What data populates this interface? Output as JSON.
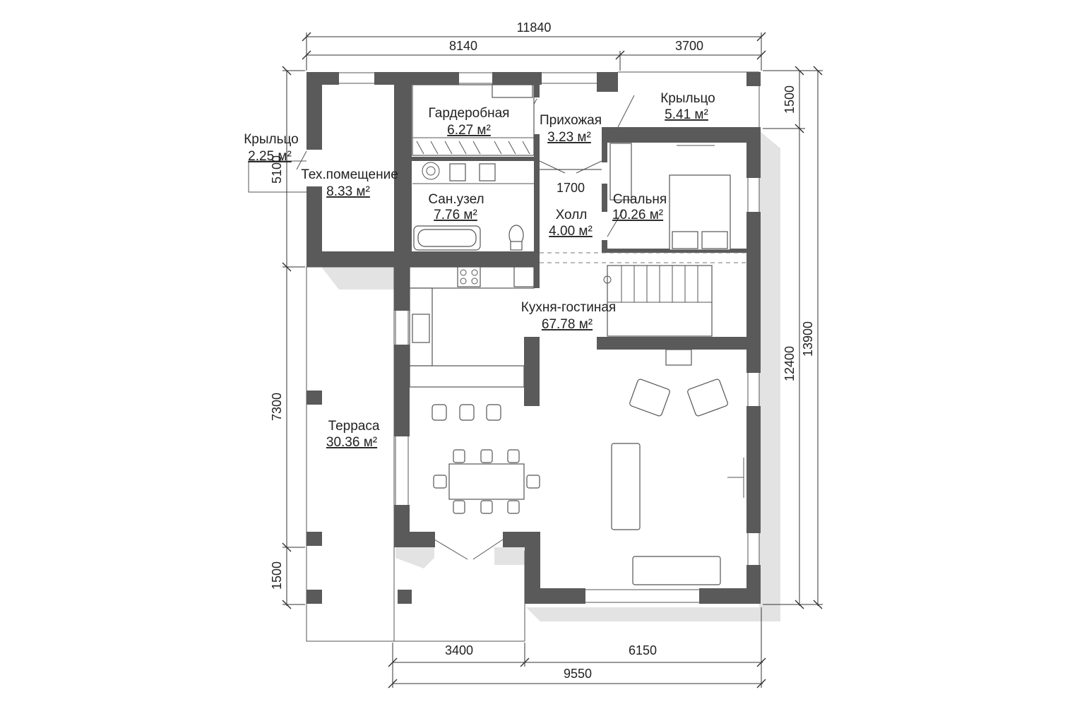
{
  "rooms": [
    {
      "name": "Гардеробная",
      "area": "6.27 м²"
    },
    {
      "name": "Прихожая",
      "area": "3.23 м²"
    },
    {
      "name": "Крыльцо",
      "area": "5.41 м²"
    },
    {
      "name": "Крыльцо",
      "area": "2.25 м²"
    },
    {
      "name": "Тех.помещение",
      "area": "8.33 м²"
    },
    {
      "name": "Сан.узел",
      "area": "7.76 м²"
    },
    {
      "name": "Холл",
      "area": "4.00 м²"
    },
    {
      "name": "Спальня",
      "area": "10.26 м²"
    },
    {
      "name": "Кухня-гостиная",
      "area": "67.78 м²"
    },
    {
      "name": "Терраса",
      "area": "30.36 м²"
    }
  ],
  "dimensions": {
    "top_total": "11840",
    "top_left": "8140",
    "top_right": "3700",
    "right_top": "1500",
    "right_mid": "12400",
    "right_total": "13900",
    "left_small": "5100",
    "left_mid": "7300",
    "left_bottom": "1500",
    "hall_width": "1700",
    "bottom_left": "3400",
    "bottom_right": "6150",
    "bottom_total": "9550"
  },
  "colors": {
    "wall": "#5a5a5a",
    "shadow": "#e3e3e3",
    "background": "#ffffff"
  }
}
